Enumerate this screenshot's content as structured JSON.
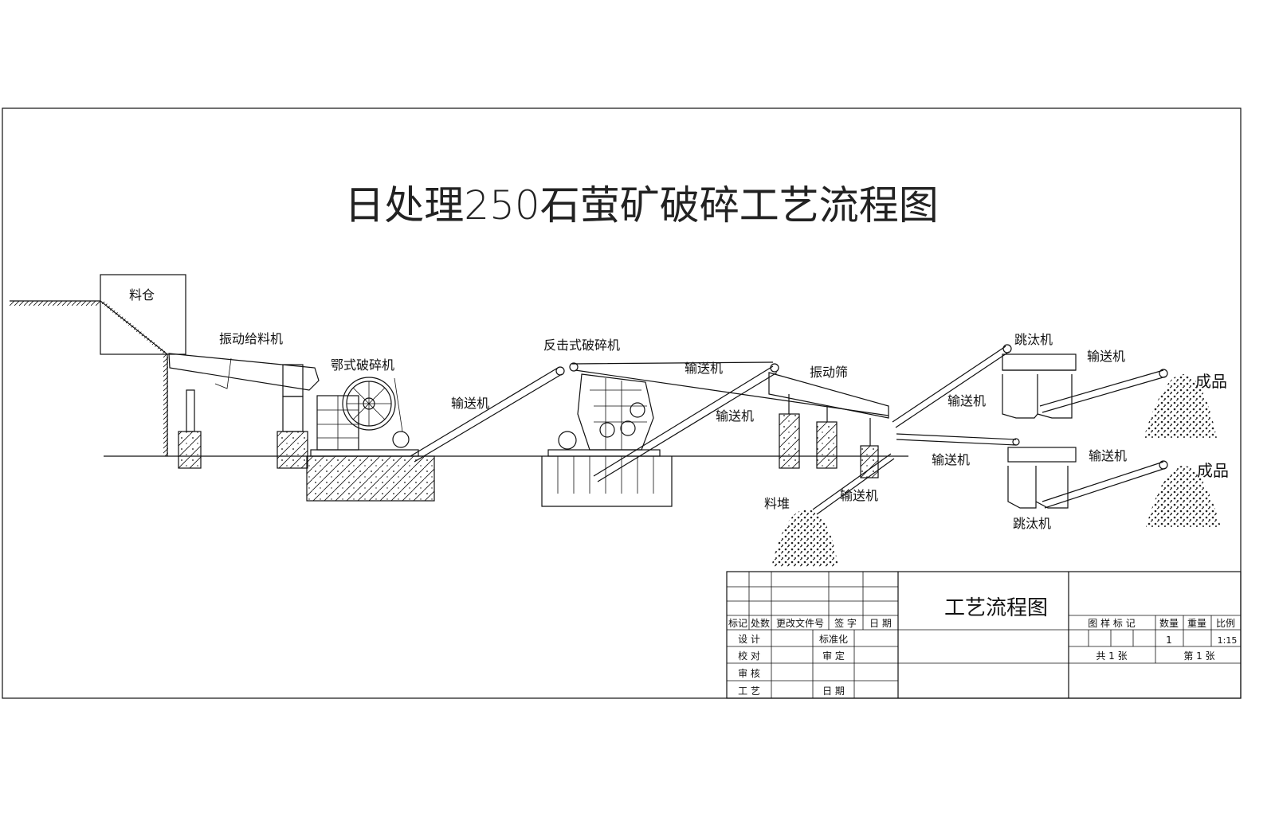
{
  "title": "日处理250石萤矿破碎工艺流程图",
  "labels": {
    "bin": "料仓",
    "feeder": "振动给料机",
    "jaw_crusher": "鄂式破碎机",
    "impact_crusher": "反击式破碎机",
    "conveyor_1": "输送机",
    "conveyor_2": "输送机",
    "conveyor_3": "输送机",
    "screen": "振动筛",
    "conveyor_4": "输送机",
    "stockpile": "料堆",
    "conveyor_5": "输送机",
    "jig_top": "跳汰机",
    "conveyor_6": "输送机",
    "product_top": "成品",
    "conveyor_7": "输送机",
    "conveyor_8": "输送机",
    "product_bottom": "成品",
    "jig_bottom": "跳汰机"
  },
  "title_block": {
    "drawing_name": "工艺流程图",
    "headers": [
      "标记",
      "处数",
      "更改文件号",
      "签 字",
      "日 期"
    ],
    "rows": [
      {
        "label": "设 计",
        "label2": "标准化"
      },
      {
        "label": "校 对",
        "label2": "审 定"
      },
      {
        "label": "审 核",
        "label2": ""
      },
      {
        "label": "工 艺",
        "label2": "日 期"
      }
    ],
    "right_headers": [
      "图 样 标 记",
      "数量",
      "重量",
      "比例"
    ],
    "quantity": "1",
    "scale": "1:15",
    "total_sheets": "共 1 张",
    "sheet_no": "第 1 张"
  }
}
